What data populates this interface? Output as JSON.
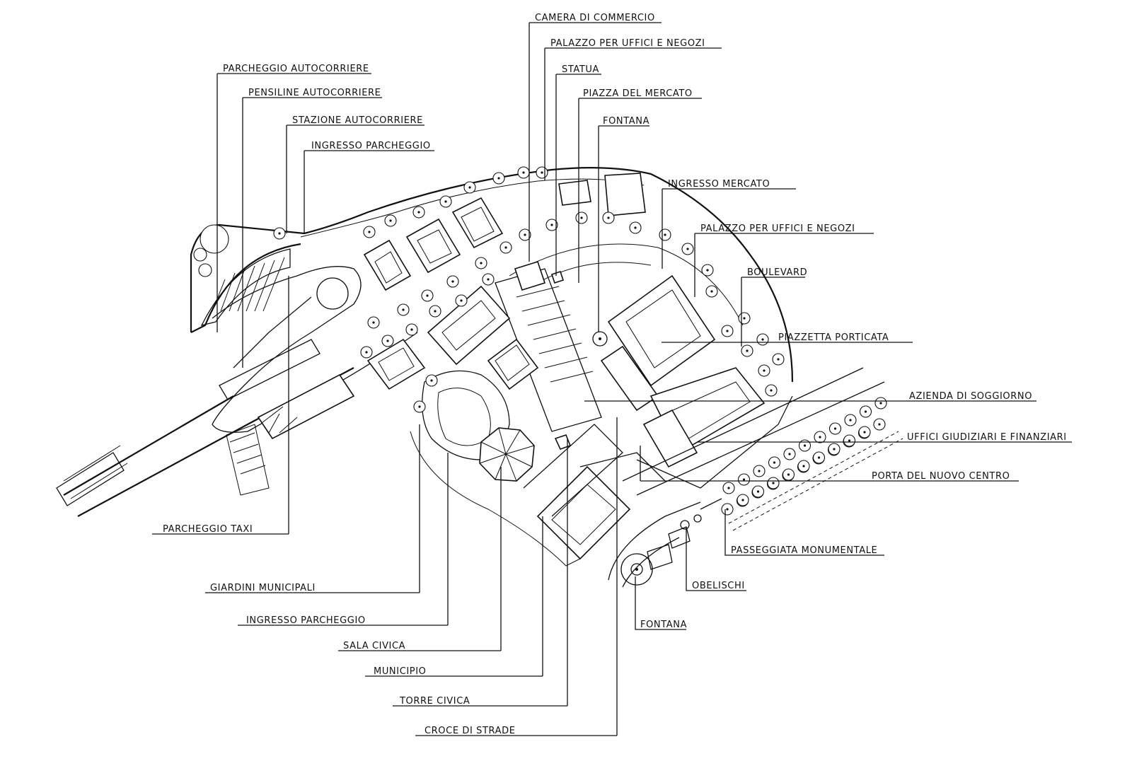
{
  "labels": {
    "camera_commercio": "CAMERA DI COMMERCIO",
    "palazzo_uffici_1": "PALAZZO PER UFFICI E NEGOZI",
    "statua": "STATUA",
    "piazza_mercato": "PIAZZA DEL MERCATO",
    "fontana_top": "FONTANA",
    "ingresso_mercato": "INGRESSO MERCATO",
    "palazzo_uffici_2": "PALAZZO PER UFFICI E NEGOZI",
    "boulevard": "BOULEVARD",
    "piazzetta_porticata": "PIAZZETTA PORTICATA",
    "azienda_soggiorno": "AZIENDA DI SOGGIORNO",
    "uffici_giudiziari": "UFFICI GIUDIZIARI E FINANZIARI",
    "porta_nuovo_centro": "PORTA DEL NUOVO CENTRO",
    "passeggiata": "PASSEGGIATA MONUMENTALE",
    "obelischi": "OBELISCHI",
    "fontana_bottom": "FONTANA",
    "parcheggio_autocorriere": "PARCHEGGIO AUTOCORRIERE",
    "pensiline": "PENSILINE AUTOCORRIERE",
    "stazione": "STAZIONE AUTOCORRIERE",
    "ingresso_parcheggio_top": "INGRESSO PARCHEGGIO",
    "parcheggio_taxi": "PARCHEGGIO TAXI",
    "giardini": "GIARDINI MUNICIPALI",
    "ingresso_parcheggio_bottom": "INGRESSO PARCHEGGIO",
    "sala_civica": "SALA CIVICA",
    "municipio": "MUNICIPIO",
    "torre_civica": "TORRE CIVICA",
    "croce_strade": "CROCE DI STRADE"
  }
}
